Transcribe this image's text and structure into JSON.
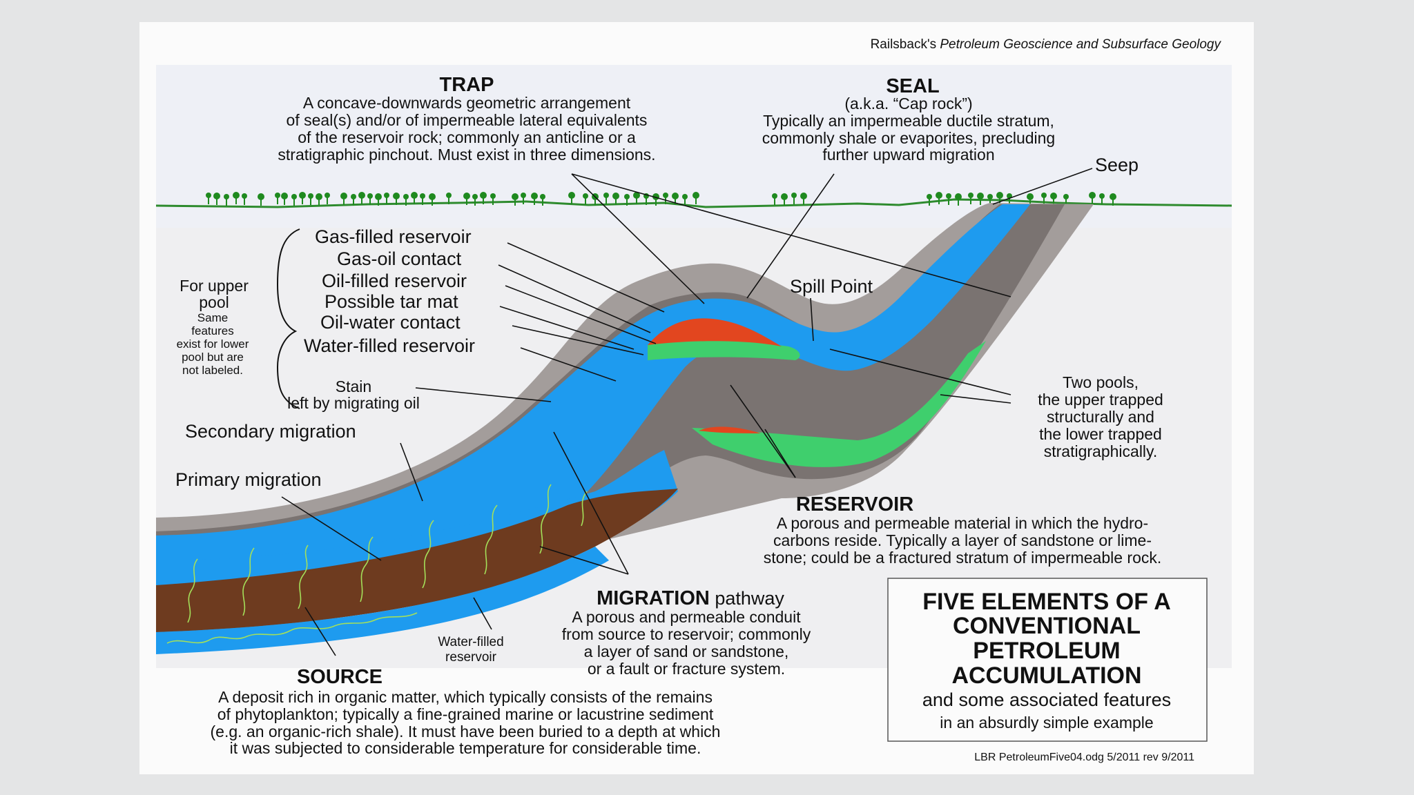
{
  "credit": {
    "prefix": "Railsback's ",
    "title": "Petroleum Geoscience and Subsurface Geology"
  },
  "trap": {
    "heading": "TRAP",
    "lines": [
      "A concave-downwards geometric arrangement",
      "of seal(s) and/or of impermeable lateral equivalents",
      "of the reservoir rock; commonly an anticline or a",
      "stratigraphic pinchout.  Must exist in three dimensions."
    ]
  },
  "seal": {
    "heading": "SEAL",
    "lines": [
      "(a.k.a. “Cap rock”)",
      "Typically an impermeable ductile stratum,",
      "commonly shale or evaporites, precluding",
      "further upward migration"
    ]
  },
  "seep_label": "Seep",
  "spill_point_label": "Spill Point",
  "upper_pool_labels": [
    "Gas-filled reservoir",
    "Gas-oil contact",
    "Oil-filled reservoir",
    "Possible tar mat",
    "Oil-water contact",
    "Water-filled reservoir"
  ],
  "upper_pool_note": {
    "main": [
      "For upper",
      "pool"
    ],
    "sub": [
      "Same",
      "features",
      "exist for lower",
      "pool but are",
      "not labeled."
    ]
  },
  "stain_label": [
    "Stain",
    "left by migrating oil"
  ],
  "secondary_migration_label": "Secondary migration",
  "primary_migration_label": "Primary migration",
  "two_pools_note": [
    "Two pools,",
    "the upper trapped",
    "structurally and",
    "the lower trapped",
    "stratigraphically."
  ],
  "reservoir": {
    "heading": "RESERVOIR",
    "lines": [
      "A porous and permeable material in which the hydro-",
      "carbons reside. Typically a layer of sandstone or lime-",
      "stone; could be a fractured stratum of impermeable rock."
    ]
  },
  "migration": {
    "heading": "MIGRATION",
    "heading_suffix": " pathway",
    "lines": [
      "A porous and permeable conduit",
      "from source to reservoir; commonly",
      "a layer of sand or sandstone,",
      "or a fault or fracture system."
    ]
  },
  "water_filled_label": [
    "Water-filled",
    "reservoir"
  ],
  "source": {
    "heading": "SOURCE",
    "lines": [
      "A deposit rich in organic matter, which typically consists of the remains",
      "of phytoplankton; typically a fine-grained marine or lacustrine sediment",
      "(e.g. an organic-rich shale). It must have been buried to a depth at which",
      "it was subjected to considerable temperature for considerable time."
    ]
  },
  "title_box": {
    "title_lines": [
      "FIVE ELEMENTS OF A",
      "CONVENTIONAL",
      "PETROLEUM",
      "ACCUMULATION"
    ],
    "subtitle_lines": [
      "and some associated features",
      "in an absurdly simple example"
    ]
  },
  "file_note": "LBR PetroleumFive04.odg  5/2011 rev 9/2011",
  "colors": {
    "sky": "#eef0f6",
    "ground": "#efeff1",
    "seal_shale": "#7a7371",
    "outer_seal": "#a39d9b",
    "water_reservoir": "#1e9bef",
    "oil": "#3fcf6d",
    "gas": "#e2461f",
    "source_rock": "#6e3b1f",
    "vegetation": "#1f8a1f"
  }
}
